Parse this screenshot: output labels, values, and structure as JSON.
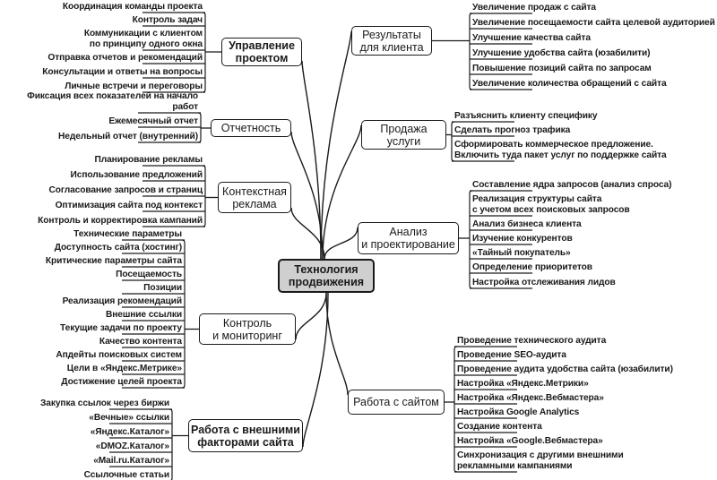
{
  "center": {
    "label": "Технология\nпродвижения"
  },
  "branches": {
    "management": {
      "label": "Управление\nпроектом",
      "items": [
        "Координация команды проекта",
        "Контроль задач",
        "Коммуникации с клиентом\nпо принципу одного окна",
        "Отправка отчетов и рекомендаций",
        "Консультации и ответы на вопросы",
        "Личные встречи и переговоры"
      ]
    },
    "reporting": {
      "label": "Отчетность",
      "items": [
        "Фиксация всех показателей на начало работ",
        "Ежемесячный отчет",
        "Недельный отчет (внутренний)"
      ]
    },
    "context_ads": {
      "label": "Контекстная\nреклама",
      "items": [
        "Планирование рекламы",
        "Использование предложений",
        "Согласование запросов и страниц",
        "Оптимизация сайта под контекст",
        "Контроль и корректировка кампаний"
      ]
    },
    "monitoring": {
      "label": "Контроль\nи мониторинг",
      "items": [
        "Технические параметры",
        "Доступность сайта (хостинг)",
        "Критические параметры сайта",
        "Посещаемость",
        "Позиции",
        "Реализация рекомендаций",
        "Внешние ссылки",
        "Текущие задачи по проекту",
        "Качество контента",
        "Апдейты поисковых систем",
        "Цели в «Яндекс.Метрике»",
        "Достижение целей проекта"
      ]
    },
    "external": {
      "label": "Работа с внешними\nфакторами сайта",
      "items": [
        "Закупка ссылок через биржи",
        "«Вечные» ссылки",
        "«Яндекс.Каталог»",
        "«DMOZ.Каталог»",
        "«Mail.ru.Каталог»",
        "Ссылочные статьи"
      ]
    },
    "results": {
      "label": "Результаты\nдля клиента",
      "items": [
        "Увеличение продаж с сайта",
        "Увеличение посещаемости сайта целевой аудиторией",
        "Улучшение качества сайта",
        "Улучшение удобства сайта (юзабилити)",
        "Повышение позиций сайта по запросам",
        "Увеличение количества обращений с сайта"
      ]
    },
    "sales": {
      "label": "Продажа\nуслуги",
      "items": [
        "Разъяснить клиенту специфику",
        "Сделать прогноз трафика",
        "Сформировать коммерческое предложение.\nВключить туда пакет услуг по поддержке сайта"
      ]
    },
    "analysis": {
      "label": "Анализ\nи проектирование",
      "items": [
        "Составление ядра запросов (анализ спроса)",
        "Реализация структуры сайта\nс учетом всех поисковых запросов",
        "Анализ бизнеса клиента",
        "Изучение конкурентов",
        "«Тайный покупатель»",
        "Определение приоритетов",
        "Настройка отслеживания лидов"
      ]
    },
    "site_work": {
      "label": "Работа с сайтом",
      "items": [
        "Проведение технического аудита",
        "Проведение SEO-аудита",
        "Проведение аудита удобства сайта (юзабилити)",
        "Настройка «Яндекс.Метрики»",
        "Настройка «Яндекс.Вебмастера»",
        "Настройка Google Analytics",
        "Создание контента",
        "Настройка «Google.Вебмастера»",
        "Синхронизация с другими внешними\nрекламными кампаниями"
      ]
    }
  }
}
